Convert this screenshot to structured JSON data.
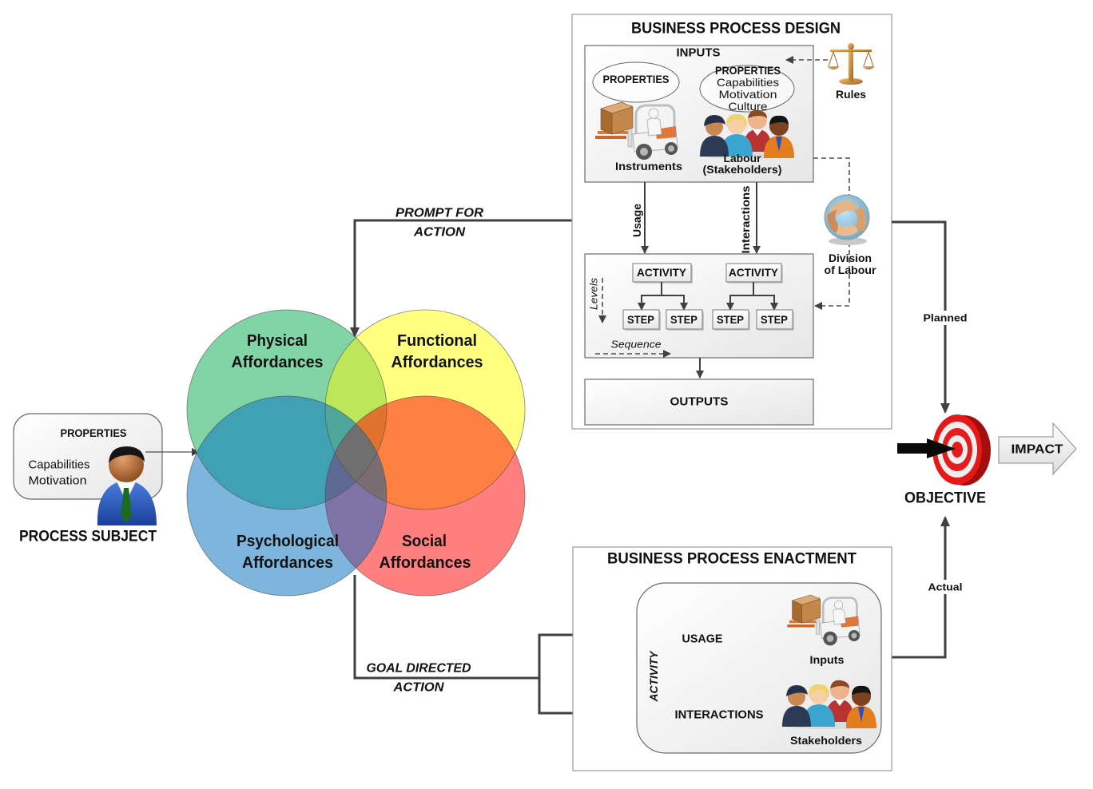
{
  "process_subject": {
    "properties_label": "PROPERTIES",
    "properties": [
      "Capabilities",
      "Motivation"
    ],
    "title": "PROCESS SUBJECT",
    "icon": "businessman-icon"
  },
  "venn": {
    "physical": [
      "Physical",
      "Affordances"
    ],
    "functional": [
      "Functional",
      "Affordances"
    ],
    "psychological": [
      "Psychological",
      "Affordances"
    ],
    "social": [
      "Social",
      "Affordances"
    ]
  },
  "flows": {
    "prompt": [
      "PROMPT FOR",
      "ACTION"
    ],
    "goal": [
      "GOAL DIRECTED",
      "ACTION"
    ],
    "planned": "Planned",
    "actual": "Actual"
  },
  "design": {
    "title": "BUSINESS PROCESS DESIGN",
    "inputs": {
      "title": "INPUTS",
      "instruments": {
        "properties_label": "PROPERTIES",
        "label": "Instruments",
        "icon": "forklift-icon"
      },
      "labour": {
        "properties_label": "PROPERTIES",
        "properties": [
          "Capabilities",
          "Motivation",
          "Culture"
        ],
        "label": [
          "Labour",
          "(Stakeholders)"
        ],
        "icon": "people-group-icon"
      }
    },
    "rules": {
      "label": "Rules",
      "icon": "scales-icon"
    },
    "division_of_labour": {
      "label": [
        "Division",
        "of Labour"
      ],
      "icon": "joined-hands-icon"
    },
    "usage": "Usage",
    "interactions": "Interactions",
    "activities": [
      {
        "label": "ACTIVITY",
        "steps": [
          "STEP",
          "STEP"
        ]
      },
      {
        "label": "ACTIVITY",
        "steps": [
          "STEP",
          "STEP"
        ]
      }
    ],
    "levels": "Levels",
    "sequence": "Sequence",
    "outputs": "OUTPUTS"
  },
  "objective": {
    "label": "OBJECTIVE",
    "impact": "IMPACT",
    "icon": "target-icon"
  },
  "enactment": {
    "title": "BUSINESS PROCESS ENACTMENT",
    "activity": "ACTIVITY",
    "usage": "USAGE",
    "interactions": "INTERACTIONS",
    "inputs": "Inputs",
    "stakeholders": "Stakeholders"
  },
  "colors": {
    "physical": "#80d4a6",
    "functional": "#ffff80",
    "psychological": "#7eb5dc",
    "social": "#ff7f7f",
    "physical_functional": "#bde65a",
    "physical_psychological": "#3fa1b3",
    "functional_social": "#ff8040",
    "psychological_social": "#7e74a6",
    "p_f_psy": "#4fa69a",
    "p_f_s": "#e0742f",
    "p_psy_s": "#5e6a94",
    "f_psy_s": "#7b6e73",
    "all": "#6f6f6f",
    "target_red": "#e81818"
  }
}
